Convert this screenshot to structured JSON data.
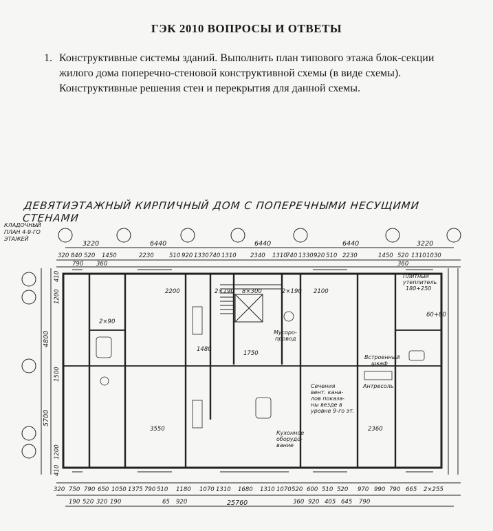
{
  "header": {
    "title": "ГЭК  2010 ВОПРОСЫ  И  ОТВЕТЫ"
  },
  "question": {
    "number": "1.",
    "text": "Конструктивные системы зданий. Выполнить план типового этажа блок-секции жилого дома поперечно-стеновой конструктивной схемы (в виде схемы). Конструктивные решения стен и перекрытия для данной схемы."
  },
  "figure": {
    "title": "ДЕВЯТИЭТАЖНЫЙ КИРПИЧНЫЙ ДОМ С ПОПЕРЕЧНЫМИ НЕСУЩИМИ СТЕНАМИ",
    "legend_line1": "КЛАДОЧНЫЙ",
    "legend_line2": "ПЛАН 4-9-ГО",
    "legend_line3": "ЭТАЖЕЙ",
    "top_major": [
      "3220",
      "6440",
      "6440",
      "6440",
      "3220"
    ],
    "top_minor": [
      "320",
      "840",
      "520",
      "1450",
      "2230",
      "510",
      "920",
      "1330",
      "740",
      "1310",
      "2340",
      "1310",
      "740",
      "1330",
      "920",
      "510",
      "2230",
      "1450",
      "520",
      "1310",
      "1030"
    ],
    "top_small": [
      "790",
      "360",
      "360"
    ],
    "left_major": [
      "4800",
      "5700"
    ],
    "left_minor": [
      "410",
      "1200",
      "1500",
      "1200",
      "410"
    ],
    "bottom_minor": [
      "320",
      "750",
      "790",
      "650",
      "1050",
      "1375",
      "790",
      "510",
      "1180",
      "1070",
      "1310",
      "1680",
      "1310",
      "1070",
      "520",
      "600",
      "510",
      "520",
      "970",
      "990",
      "790",
      "665",
      "2×255"
    ],
    "bottom_row2": [
      "190",
      "520",
      "320",
      "190",
      "65",
      "920",
      "360",
      "920",
      "405",
      "645",
      "790"
    ],
    "bottom_total": "25760",
    "room_dims": [
      "2200",
      "2100",
      "2360",
      "3550",
      "1480",
      "1750"
    ],
    "notes": {
      "insulation1": "Плитный",
      "insulation2": "утеплитель",
      "insulation3": "180+250",
      "wardrobe1": "Встроенный",
      "wardrobe2": "шкаф",
      "mezzanine": "Антресоль",
      "garbage1": "Мусоро-",
      "garbage2": "провод",
      "vent1": "Сечения",
      "vent2": "вент. кана-",
      "vent3": "лов показа-",
      "vent4": "ны везде в",
      "vent5": "уровне 9-го эт.",
      "kitchen1": "Кухонное",
      "kitchen2": "оборудо-",
      "kitchen3": "вание"
    },
    "wall_marks": [
      "2×190",
      "8×300",
      "2×190",
      "2×90",
      "60+80"
    ]
  }
}
